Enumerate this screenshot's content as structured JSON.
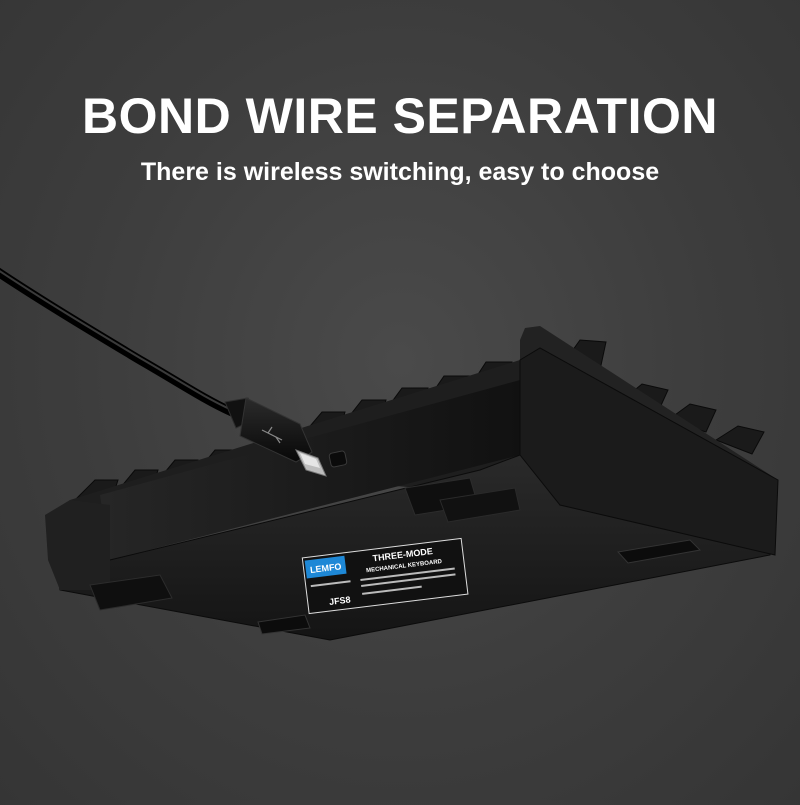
{
  "headline": "BOND WIRE SEPARATION",
  "subheadline": "There is wireless switching, easy to choose",
  "keyboard_label": {
    "brand": "LEMFO",
    "line1": "THREE-MODE",
    "line2": "MECHANICAL KEYBOARD",
    "model": "JFS8"
  },
  "colors": {
    "background": "#3d3d3d",
    "keyboard_body": "#1c1c1c",
    "label_blue": "#1e88d6",
    "text": "#ffffff"
  }
}
